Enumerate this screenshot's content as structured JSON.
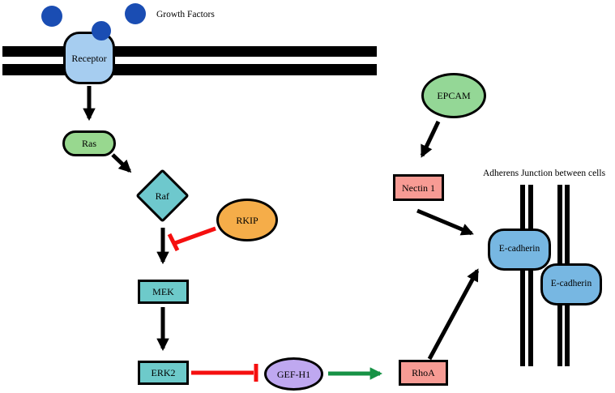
{
  "annotations": {
    "growth_factors": "Growth Factors",
    "adherens_junction": "Adherens Junction between cells"
  },
  "nodes": {
    "receptor": {
      "label": "Receptor",
      "fill": "#a6cdf0",
      "shape": "rounded-square"
    },
    "ras": {
      "label": "Ras",
      "fill": "#98d88f",
      "shape": "pill"
    },
    "raf": {
      "label": "Raf",
      "fill": "#6ec8cd",
      "shape": "diamond"
    },
    "rkip": {
      "label": "RKIP",
      "fill": "#f5ad49",
      "shape": "ellipse"
    },
    "mek": {
      "label": "MEK",
      "fill": "#6dcaca",
      "shape": "rect"
    },
    "erk2": {
      "label": "ERK2",
      "fill": "#6dcaca",
      "shape": "rect"
    },
    "gef_h1": {
      "label": "GEF-H1",
      "fill": "#bfa8f0",
      "shape": "ellipse"
    },
    "rhoa": {
      "label": "RhoA",
      "fill": "#f79b94",
      "shape": "rect"
    },
    "nectin1": {
      "label": "Nectin 1",
      "fill": "#f79b94",
      "shape": "rect"
    },
    "epcam": {
      "label": "EPCAM",
      "fill": "#94d796",
      "shape": "ellipse"
    },
    "ecadherin_left": {
      "label": "E-cadherin",
      "fill": "#77b7e2",
      "shape": "rounded-square"
    },
    "ecadherin_right": {
      "label": "E-cadherin",
      "fill": "#77b7e2",
      "shape": "rounded-square"
    }
  },
  "edges": [
    {
      "from": "growth_factors",
      "to": "receptor",
      "type": "binding"
    },
    {
      "from": "receptor",
      "to": "ras",
      "type": "activation"
    },
    {
      "from": "ras",
      "to": "raf",
      "type": "activation"
    },
    {
      "from": "raf",
      "to": "mek",
      "type": "activation"
    },
    {
      "from": "rkip",
      "to": "raf-mek-arrow",
      "type": "inhibition"
    },
    {
      "from": "mek",
      "to": "erk2",
      "type": "activation"
    },
    {
      "from": "erk2",
      "to": "gef_h1",
      "type": "inhibition"
    },
    {
      "from": "gef_h1",
      "to": "rhoa",
      "type": "activation-green"
    },
    {
      "from": "rhoa",
      "to": "ecadherin_left",
      "type": "activation"
    },
    {
      "from": "epcam",
      "to": "nectin1",
      "type": "activation"
    },
    {
      "from": "nectin1",
      "to": "ecadherin_left",
      "type": "activation"
    }
  ],
  "colors": {
    "membrane": "#000000",
    "node_border": "#000000",
    "activation_arrow": "#000000",
    "gef_activation_arrow": "#169245",
    "inhibition": "#f50f0f",
    "growth_factor": "#1a4db3",
    "background": "#ffffff"
  }
}
